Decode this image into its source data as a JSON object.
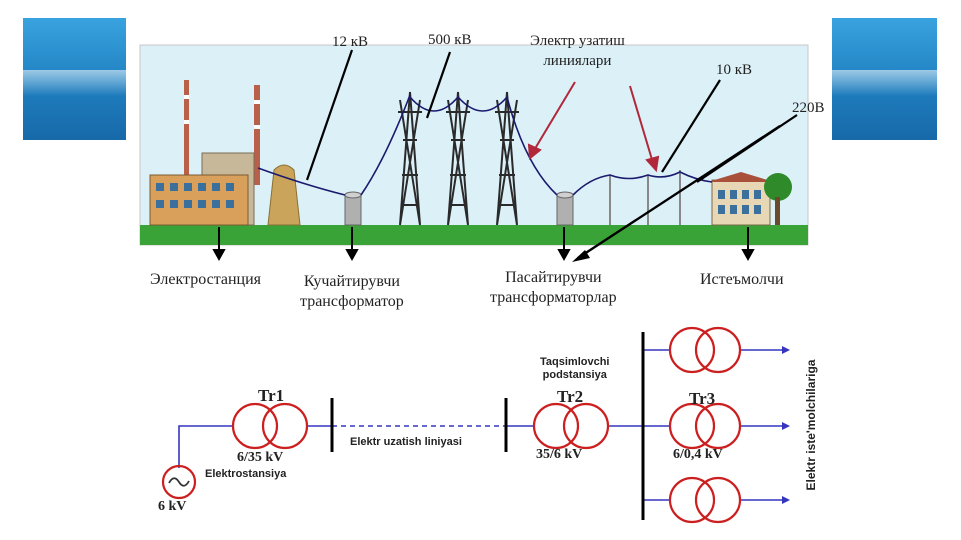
{
  "top_diagram": {
    "labels": {
      "v12": "12 кВ",
      "v500": "500 кВ",
      "lines": "Электр узатиш\nлиниялари",
      "v10": "10 кВ",
      "v220": "220В"
    },
    "captions": {
      "station": "Электростанция",
      "step_up": "Кучайтирувчи\nтрансформатор",
      "step_down": "Пасайтирувчи\nтрансформаторлар",
      "consumer": "Истеъмолчи"
    }
  },
  "schematic": {
    "tr1": {
      "name": "Tr1",
      "ratio": "6/35 kV"
    },
    "tr2": {
      "name": "Tr2",
      "ratio": "35/6 kV",
      "substation": "Taqsimlovchi\npodstansiya"
    },
    "tr3": {
      "name": "Tr3",
      "ratio": "6/0,4 kV"
    },
    "line_label": "Elektr uzatish liniyasi",
    "generator_label": "Elektrostansiya",
    "generator_voltage": "6 kV",
    "consumers_label": "Elektr iste'molchilariga"
  },
  "colors": {
    "sky": "#cfe9f5",
    "ground": "#3aa337",
    "wire": "#1a1a6e",
    "transformer": "#cc1f1f",
    "schematic_line": "#3535c0",
    "corner_accent": "#2a8fd3"
  }
}
